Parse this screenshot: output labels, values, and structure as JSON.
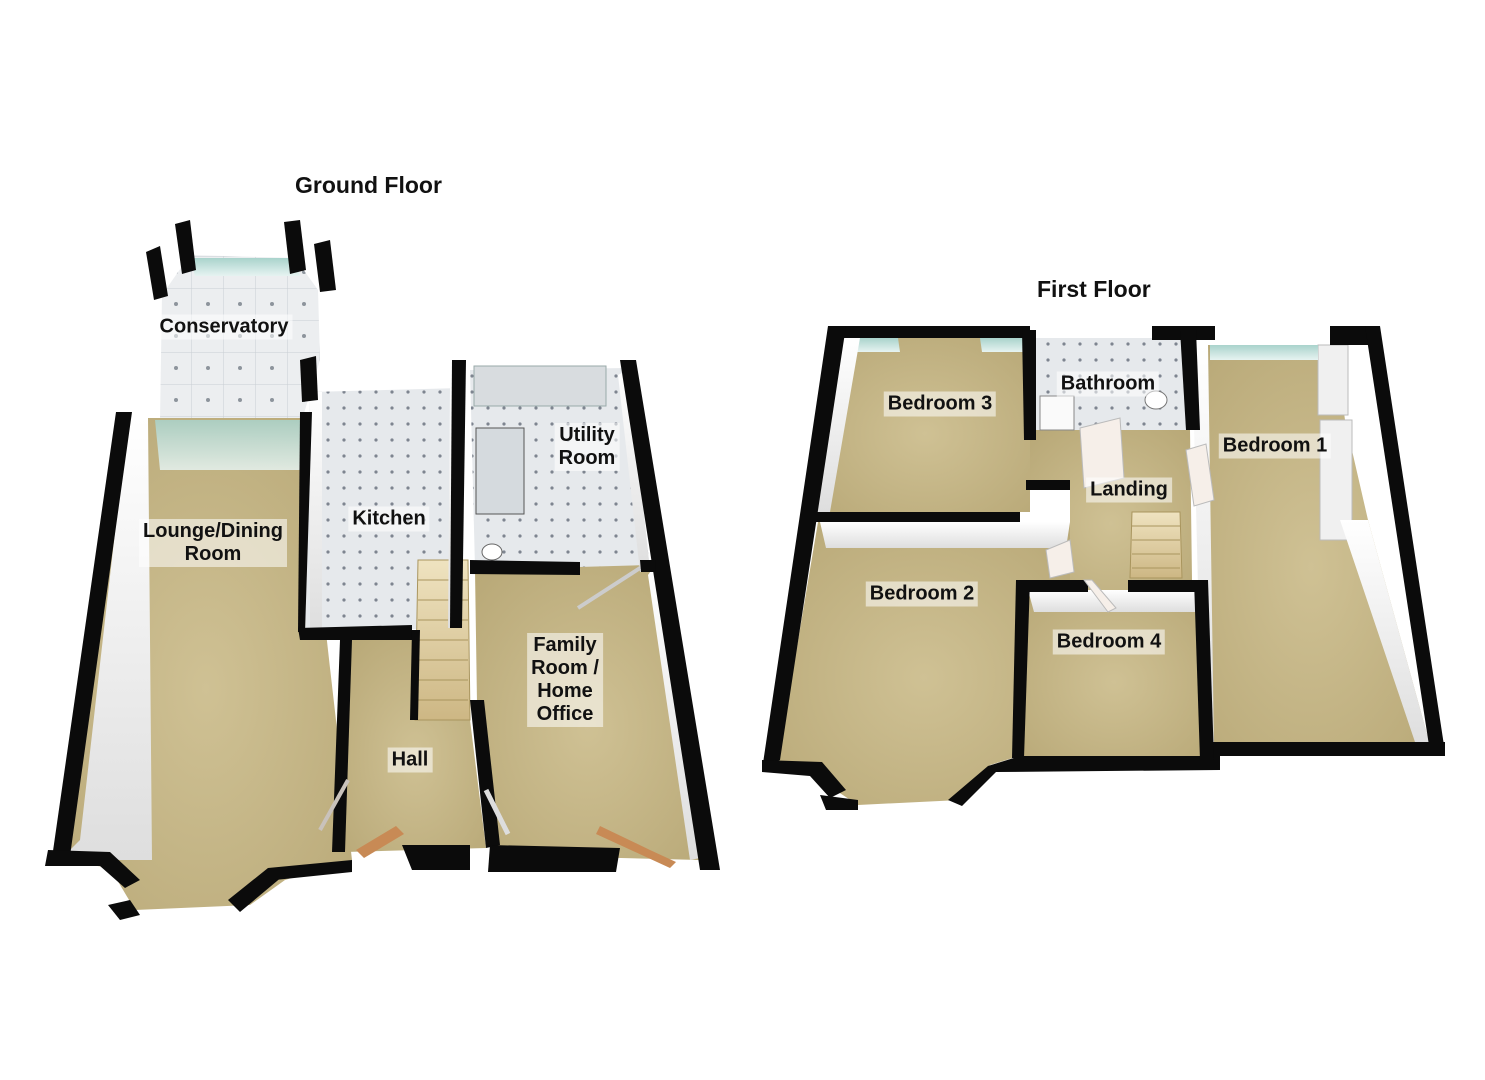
{
  "floors": {
    "ground": {
      "title": "Ground Floor",
      "rooms": {
        "conservatory": "Conservatory",
        "lounge_l1": "Lounge/Dining",
        "lounge_l2": "Room",
        "kitchen": "Kitchen",
        "utility_l1": "Utility",
        "utility_l2": "Room",
        "family_l1": "Family",
        "family_l2": "Room /",
        "family_l3": "Home",
        "family_l4": "Office",
        "hall": "Hall"
      }
    },
    "first": {
      "title": "First Floor",
      "rooms": {
        "bedroom3": "Bedroom 3",
        "bathroom": "Bathroom",
        "bedroom1": "Bedroom 1",
        "landing": "Landing",
        "bedroom2": "Bedroom 2",
        "bedroom4": "Bedroom 4"
      }
    }
  },
  "colors": {
    "carpet": "#c7b88a",
    "tile": "#e4e7ea",
    "wall_top": "#0a0a0a",
    "wall_face": "#f4f4f4",
    "glass": "#cfe7e4",
    "door": "#f6efe9",
    "door_wood": "#c88a55",
    "stair": "#e3d2a4"
  }
}
